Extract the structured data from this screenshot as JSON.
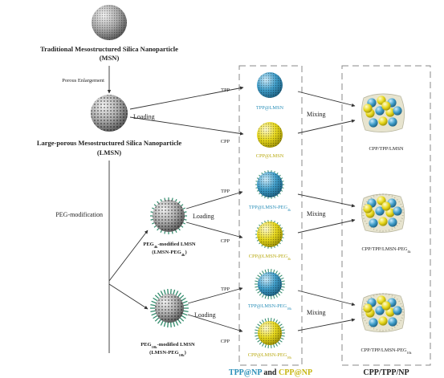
{
  "diagram": {
    "msn_title": "Traditional Mesostructured Silica Nanoparticle",
    "msn_abbrev": "(MSN)",
    "step_porous": "Porous Enlargement",
    "lmsn_title": "Large-porous Mesostructured Silica Nanoparticle",
    "lmsn_abbrev": "(LMSN)",
    "step_peg": "PEG-modification",
    "loading": "Loading",
    "tpp": "TPP",
    "cpp": "CPP",
    "mixing": "Mixing",
    "peg4k_title_main": "PEG",
    "peg4k_title_sub": "4k",
    "peg4k_title_rest": "-modified LMSN",
    "peg4k_abbrev_main": "(LMSN-PEG",
    "peg4k_abbrev_sub": "4k",
    "peg10k_title_main": "PEG",
    "peg10k_title_sub": "10k",
    "peg10k_title_rest": "-modified LMSN",
    "peg10k_abbrev_main": "(LMSN-PEG",
    "peg10k_abbrev_sub": "10k",
    "np_tpp_lmsn": "TPP@LMSN",
    "np_cpp_lmsn": "CPP@LMSN",
    "np_tpp_peg4k_main": "TPP@LMSN-PEG",
    "np_tpp_peg4k_sub": "4k",
    "np_cpp_peg4k_main": "CPP@LMSN-PEG",
    "np_cpp_peg4k_sub": "4k",
    "np_tpp_peg10k_main": "TPP@LMSN-PEG",
    "np_tpp_peg10k_sub": "10k",
    "np_cpp_peg10k_main": "CPP@LMSN-PEG",
    "np_cpp_peg10k_sub": "10k",
    "mix_lmsn": "CPP/TPP/LMSN",
    "mix_peg4k_main": "CPP/TPP/LMSN-PEG",
    "mix_peg4k_sub": "4k",
    "mix_peg10k_main": "CPP/TPP/LMSN-PEG",
    "mix_peg10k_sub": "10k",
    "footer_tpp": "TPP@NP",
    "footer_and": " and ",
    "footer_cpp": "CPP@NP",
    "footer_mix": "CPP/TPP/NP"
  },
  "colors": {
    "tpp_blue": "#2a8fb8",
    "cpp_yellow": "#e2d214",
    "silica_gray": "#9a9a9a",
    "peg_green": "#2f8a6a"
  }
}
